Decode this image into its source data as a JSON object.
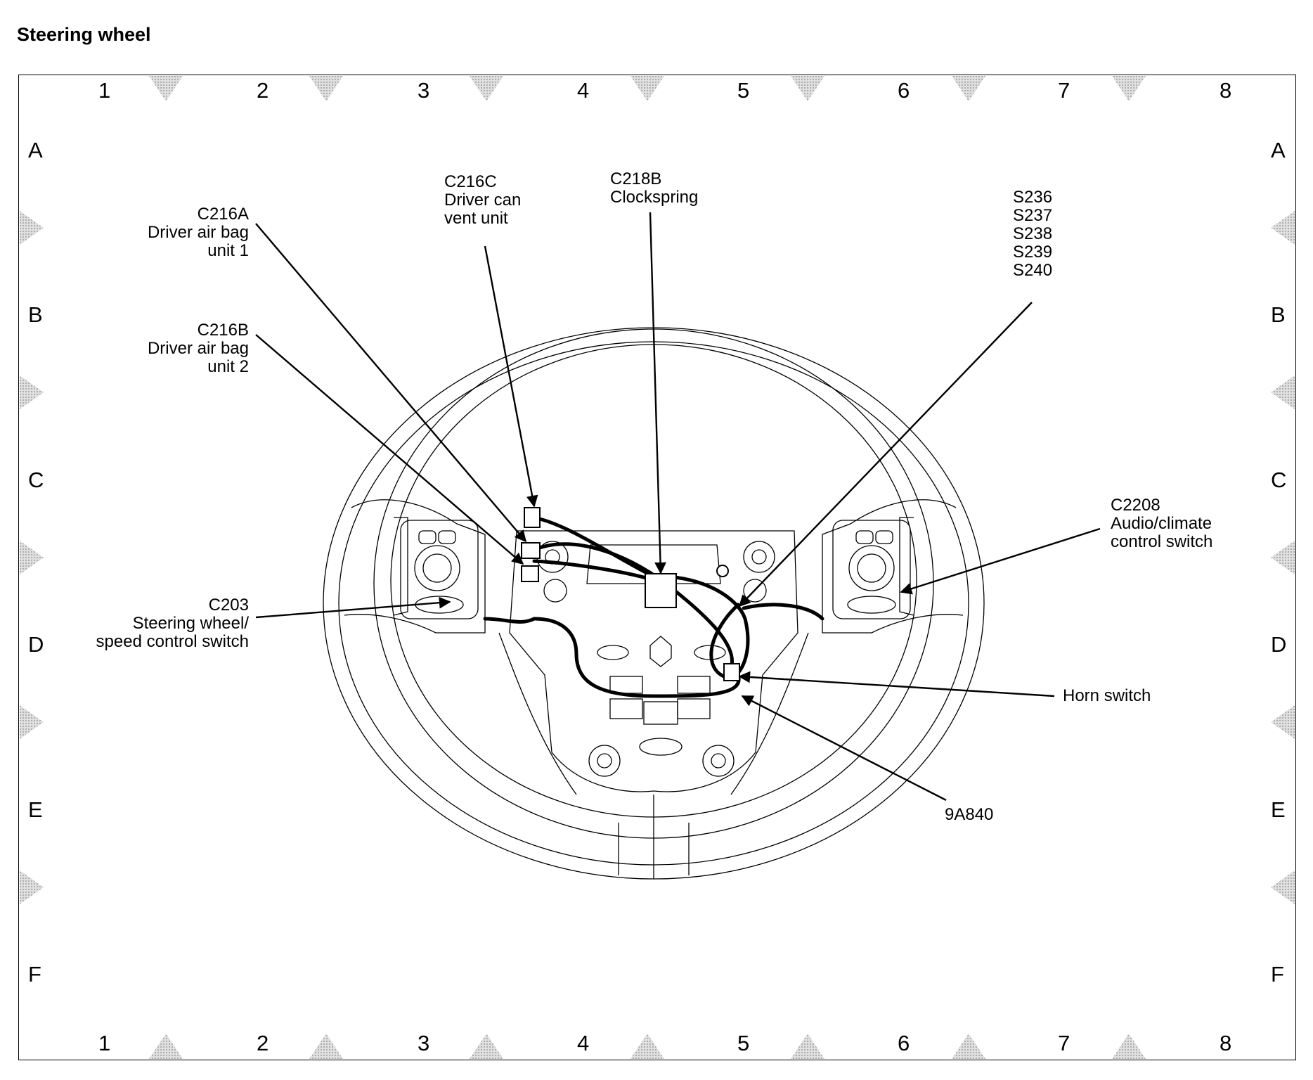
{
  "title": "Steering wheel",
  "grid": {
    "columns": [
      "1",
      "2",
      "3",
      "4",
      "5",
      "6",
      "7",
      "8"
    ],
    "rows": [
      "A",
      "B",
      "C",
      "D",
      "E",
      "F"
    ]
  },
  "callouts": {
    "c216a": {
      "code": "C216A",
      "desc1": "Driver air bag",
      "desc2": "unit 1"
    },
    "c216b": {
      "code": "C216B",
      "desc1": "Driver air bag",
      "desc2": "unit 2"
    },
    "c216c": {
      "code": "C216C",
      "desc1": "Driver can",
      "desc2": "vent unit"
    },
    "c218b": {
      "code": "C218B",
      "desc1": "Clockspring"
    },
    "splices": {
      "s1": "S236",
      "s2": "S237",
      "s3": "S238",
      "s4": "S239",
      "s5": "S240"
    },
    "c2208": {
      "code": "C2208",
      "desc1": "Audio/climate",
      "desc2": "control switch"
    },
    "c203": {
      "code": "C203",
      "desc1": "Steering wheel/",
      "desc2": "speed control switch"
    },
    "horn": {
      "desc": "Horn switch"
    },
    "harness": {
      "code": "9A840"
    }
  },
  "colors": {
    "line": "#000000",
    "hatch": "#b5b5b5"
  }
}
